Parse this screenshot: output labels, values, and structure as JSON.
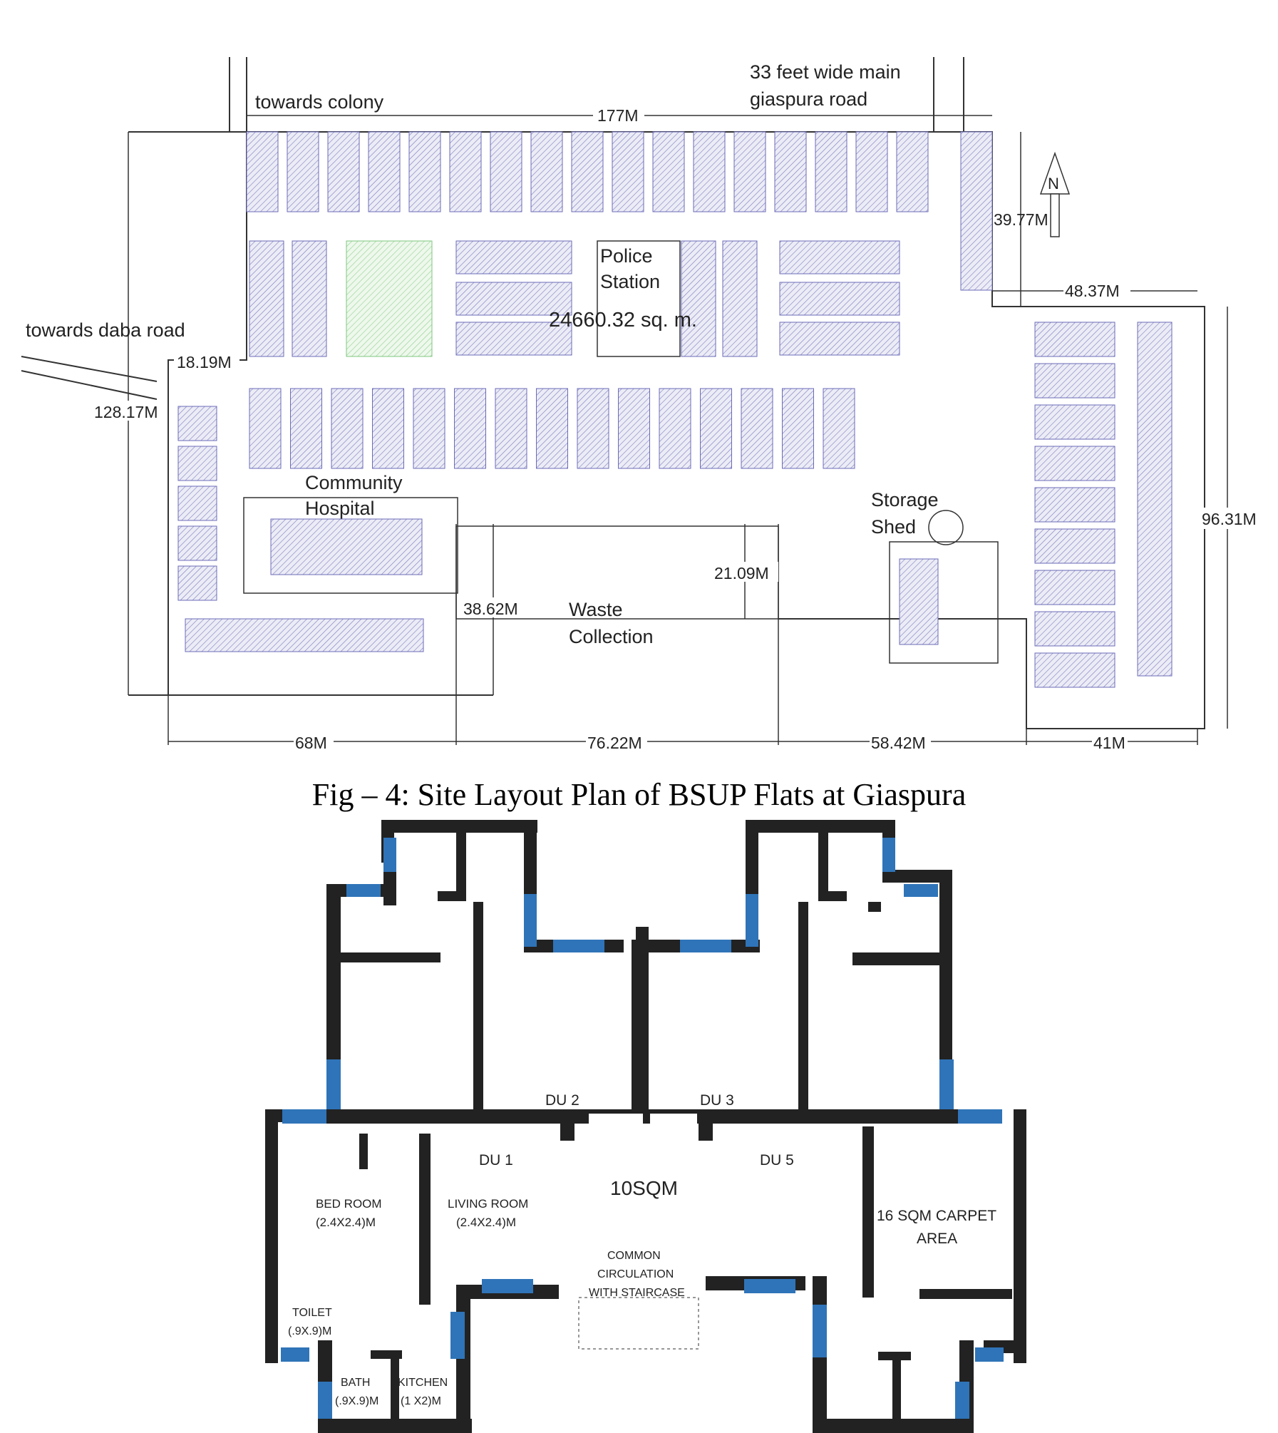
{
  "site_plan": {
    "labels": {
      "towards_colony": "towards colony",
      "main_road_line1": "33 feet wide main",
      "main_road_line2": "giaspura road",
      "towards_daba_road": "towards daba road",
      "north": "N",
      "police_station_line1": "Police",
      "police_station_line2": "Station",
      "site_area": "24660.32 sq. m.",
      "community_hospital_line1": "Community",
      "community_hospital_line2": "Hospital",
      "storage_shed_line1": "Storage",
      "storage_shed_line2": "Shed",
      "waste_collection_line1": "Waste",
      "waste_collection_line2": "Collection"
    },
    "dimensions": {
      "top_width": "177M",
      "left_height": "128.17M",
      "top_right_height": "39.77M",
      "offset_right": "48.37M",
      "right_height": "96.31M",
      "left_offset": "18.19M",
      "waste_height": "38.62M",
      "waste_offset": "21.09M",
      "bottom_seg1": "68M",
      "bottom_seg2": "76.22M",
      "bottom_seg3": "58.42M",
      "bottom_seg4": "41M"
    }
  },
  "caption": "Fig – 4: Site Layout Plan of BSUP Flats at Giaspura",
  "floor_plan": {
    "du_labels": {
      "du1": "DU 1",
      "du2": "DU 2",
      "du3": "DU 3",
      "du5": "DU 5"
    },
    "rooms": {
      "bed_room": "BED ROOM",
      "bed_room_size": "(2.4X2.4)M",
      "living_room": "LIVING ROOM",
      "living_room_size": "(2.4X2.4)M",
      "toilet": "TOILET",
      "toilet_size": "(.9X.9)M",
      "bath": "BATH",
      "bath_size": "(.9X.9)M",
      "kitchen": "KITCHEN",
      "kitchen_size": "(1 X2)M",
      "common_area": "10SQM",
      "common_line1": "COMMON",
      "common_line2": "CIRCULATION",
      "common_line3": "WITH STAIRCASE",
      "carpet_line1": "16 SQM CARPET",
      "carpet_line2": "AREA"
    }
  },
  "colors": {
    "wall": "#222222",
    "window": "#2f74b8",
    "block_stroke": "#6b6bb8",
    "block_fill": "#e6e6f2",
    "park_stroke": "#7fc77f",
    "park_fill": "#e8f5e6",
    "line": "#333333"
  }
}
